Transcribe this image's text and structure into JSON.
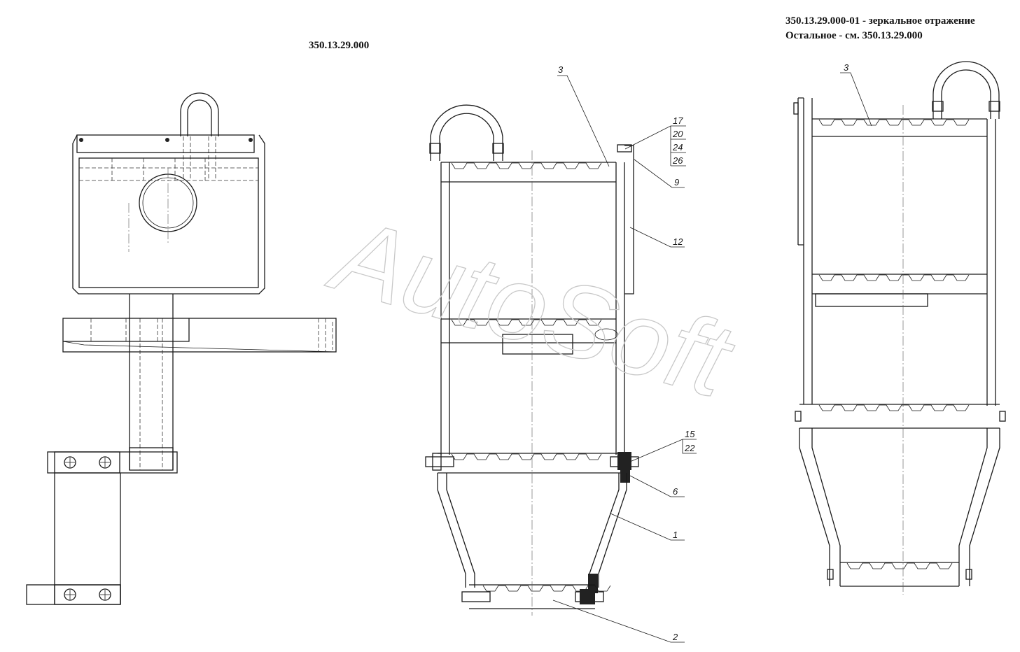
{
  "titles": {
    "main": "350.13.29.000",
    "mirror_line1": "350.13.29.000-01 - зеркальное отражение",
    "mirror_line2": "Остальное - см. 350.13.29.000"
  },
  "watermark": "AutoSoft",
  "positions": {
    "front": [
      "3",
      "17",
      "20",
      "24",
      "26",
      "9",
      "12",
      "15",
      "22",
      "6",
      "1",
      "2"
    ],
    "mirror": [
      "3"
    ]
  }
}
